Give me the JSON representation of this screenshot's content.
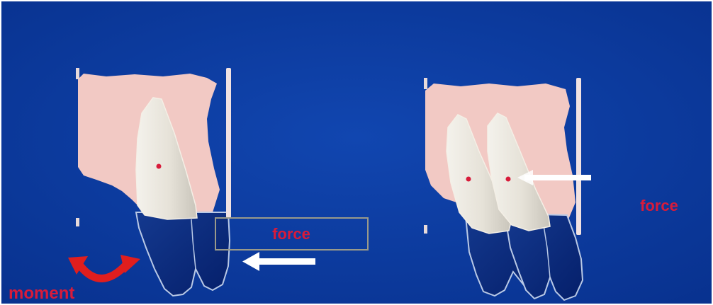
{
  "labels": {
    "left_force": "force",
    "left_moment": "moment",
    "right_force": "force"
  },
  "colors": {
    "background": "#0b3a9c",
    "gingiva": "#f2c9c4",
    "tooth": "#e9e6df",
    "crown": "#0a2d8a",
    "outline": "#b9c9e6",
    "reference_line": "#f1e2e2",
    "force_arrow": "#ffffff",
    "moment_arrow": "#e01e1e",
    "center_mark": "#d81b3a",
    "label_text": "#d81b3a",
    "force_box_stroke": "#9a9a8a"
  }
}
